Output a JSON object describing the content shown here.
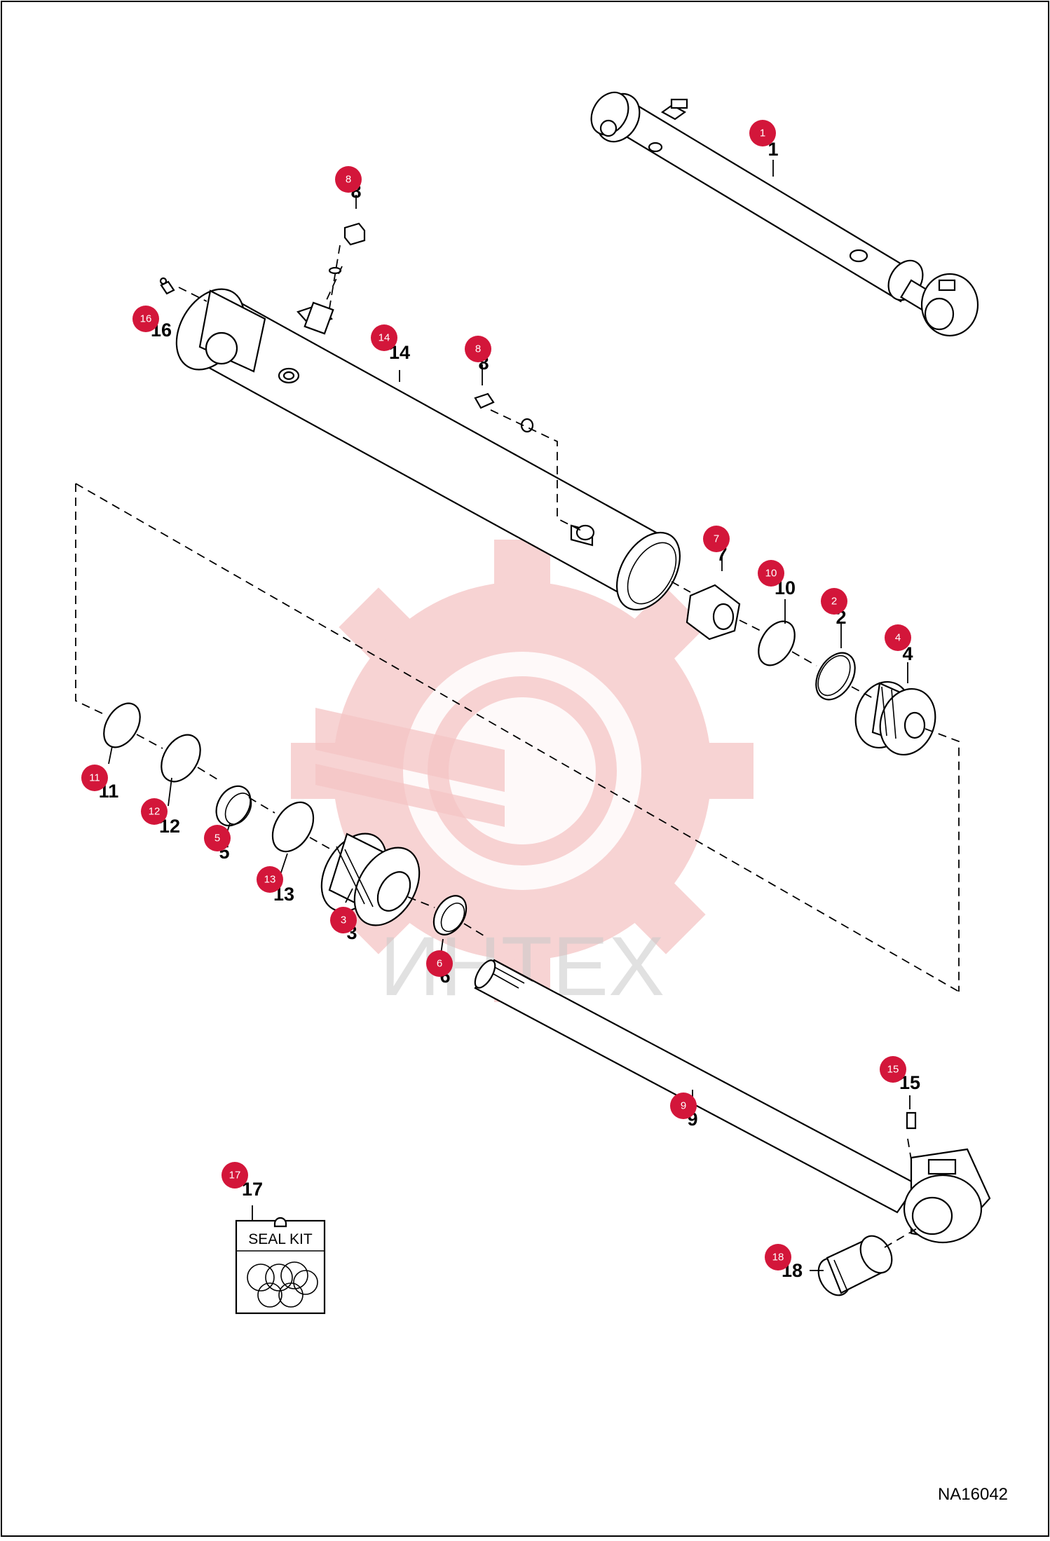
{
  "drawing_code": "NA16042",
  "watermark_text": "ИНТЕХ",
  "seal_kit_label": "SEAL KIT",
  "colors": {
    "badge": "#d3163a",
    "watermark": "#f4c4c4",
    "line": "#000000"
  },
  "callouts": [
    {
      "id": "1",
      "label": "1"
    },
    {
      "id": "2",
      "label": "2"
    },
    {
      "id": "3",
      "label": "3"
    },
    {
      "id": "4",
      "label": "4"
    },
    {
      "id": "5",
      "label": "5"
    },
    {
      "id": "6",
      "label": "6"
    },
    {
      "id": "7",
      "label": "7"
    },
    {
      "id": "8a",
      "label": "8"
    },
    {
      "id": "8b",
      "label": "8"
    },
    {
      "id": "9",
      "label": "9"
    },
    {
      "id": "10",
      "label": "10"
    },
    {
      "id": "11",
      "label": "11"
    },
    {
      "id": "12",
      "label": "12"
    },
    {
      "id": "13",
      "label": "13"
    },
    {
      "id": "14",
      "label": "14"
    },
    {
      "id": "15",
      "label": "15"
    },
    {
      "id": "16",
      "label": "16"
    },
    {
      "id": "17",
      "label": "17"
    },
    {
      "id": "18",
      "label": "18"
    }
  ]
}
